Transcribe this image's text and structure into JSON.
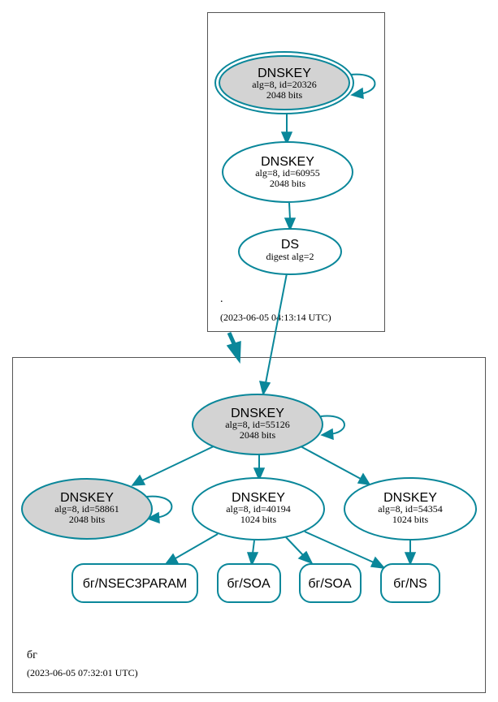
{
  "colors": {
    "edge": "#0a879a",
    "node_border": "#0a879a",
    "ksk_fill": "#d3d3d3",
    "zsk_fill": "#ffffff",
    "zone_border": "#555555"
  },
  "zones": {
    "root": {
      "name": ".",
      "timestamp": "(2023-06-05 04:13:14 UTC)"
    },
    "bg": {
      "name": "бг",
      "timestamp": "(2023-06-05 07:32:01 UTC)"
    }
  },
  "nodes": {
    "root_ksk": {
      "type": "DNSKEY",
      "detail": "alg=8, id=20326",
      "size": "2048 bits",
      "trust_anchor": true,
      "sep": true
    },
    "root_zsk": {
      "type": "DNSKEY",
      "detail": "alg=8, id=60955",
      "size": "2048 bits",
      "sep": false
    },
    "root_ds": {
      "type": "DS",
      "detail": "digest alg=2"
    },
    "bg_ksk": {
      "type": "DNSKEY",
      "detail": "alg=8, id=55126",
      "size": "2048 bits",
      "sep": true
    },
    "bg_ksk2": {
      "type": "DNSKEY",
      "detail": "alg=8, id=58861",
      "size": "2048 bits",
      "sep": true
    },
    "bg_zsk1": {
      "type": "DNSKEY",
      "detail": "alg=8, id=40194",
      "size": "1024 bits",
      "sep": false
    },
    "bg_zsk2": {
      "type": "DNSKEY",
      "detail": "alg=8, id=54354",
      "size": "1024 bits",
      "sep": false
    }
  },
  "rrsets": {
    "nsec3param": "бг/NSEC3PARAM",
    "soa1": "бг/SOA",
    "soa2": "бг/SOA",
    "ns": "бг/NS"
  },
  "edges": [
    {
      "from": "root_ksk",
      "to": "root_ksk",
      "kind": "self-signed"
    },
    {
      "from": "root_ksk",
      "to": "root_zsk",
      "kind": "signs"
    },
    {
      "from": "root_zsk",
      "to": "root_ds",
      "kind": "signs"
    },
    {
      "from": "root_ds",
      "to": "bg_ksk",
      "kind": "delegates"
    },
    {
      "from": "root",
      "to": "bg",
      "kind": "zone-delegation"
    },
    {
      "from": "bg_ksk",
      "to": "bg_ksk",
      "kind": "self-signed"
    },
    {
      "from": "bg_ksk",
      "to": "bg_ksk2",
      "kind": "signs"
    },
    {
      "from": "bg_ksk",
      "to": "bg_zsk1",
      "kind": "signs"
    },
    {
      "from": "bg_ksk",
      "to": "bg_zsk2",
      "kind": "signs"
    },
    {
      "from": "bg_ksk2",
      "to": "bg_ksk2",
      "kind": "self-signed"
    },
    {
      "from": "bg_zsk1",
      "to": "nsec3param",
      "kind": "signs"
    },
    {
      "from": "bg_zsk1",
      "to": "soa1",
      "kind": "signs"
    },
    {
      "from": "bg_zsk1",
      "to": "soa2",
      "kind": "signs"
    },
    {
      "from": "bg_zsk1",
      "to": "ns",
      "kind": "signs"
    },
    {
      "from": "bg_zsk2",
      "to": "ns",
      "kind": "signs"
    }
  ]
}
